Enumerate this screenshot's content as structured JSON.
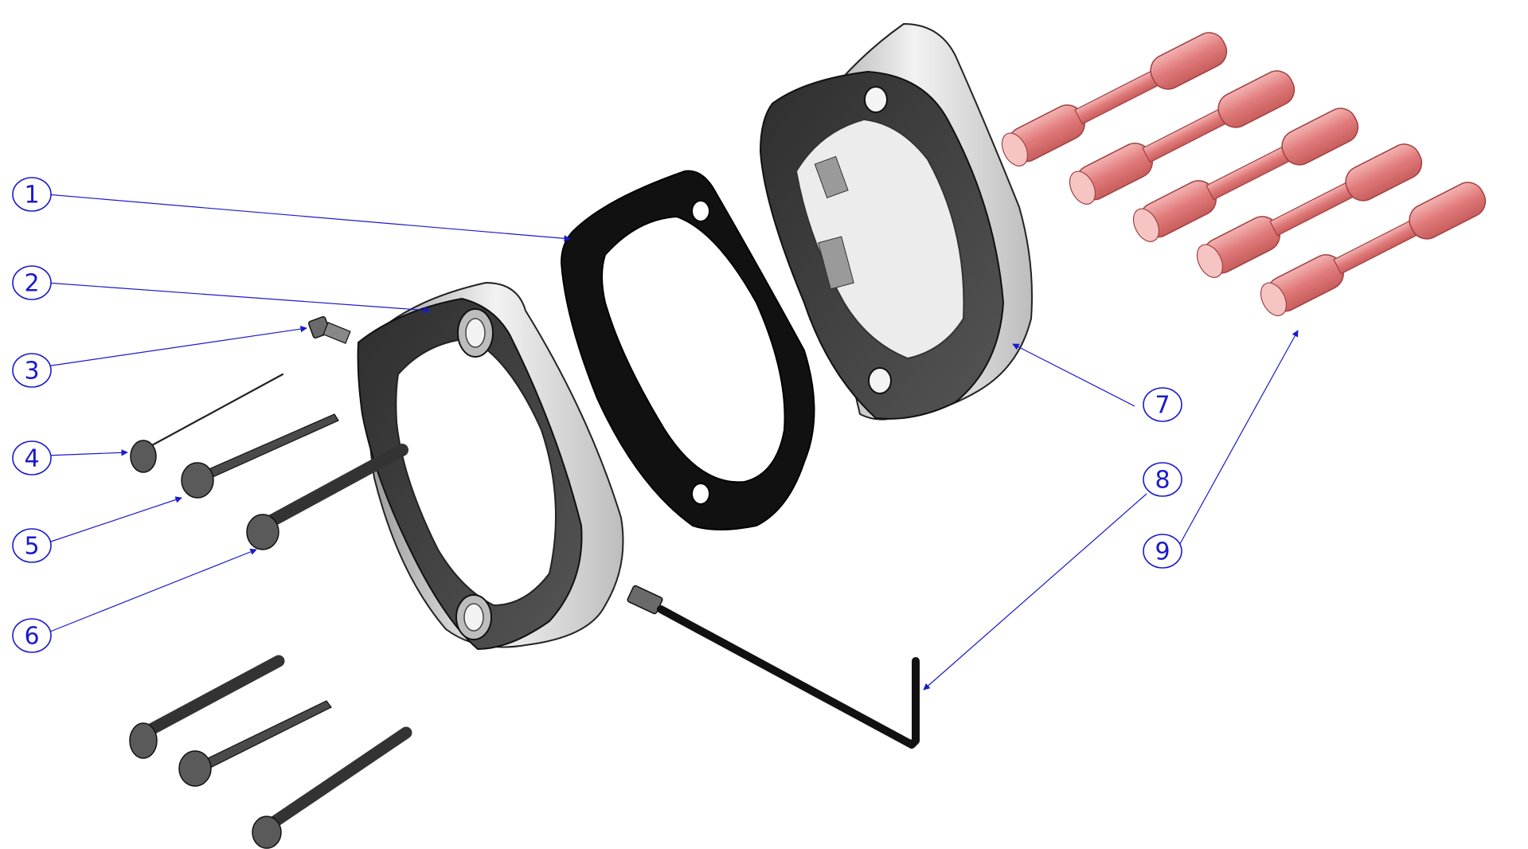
{
  "diagram": {
    "colors": {
      "callout": "#1a1acc",
      "metal_light": "#e6e6e6",
      "metal_dark": "#3a3a3a",
      "gasket": "#111111",
      "connector": "#e88a8a",
      "connector_edge": "#b34848"
    },
    "callouts": [
      {
        "id": "callout-1",
        "label": "1",
        "part": "gasket"
      },
      {
        "id": "callout-2",
        "label": "2",
        "part": "spacer-ring"
      },
      {
        "id": "callout-3",
        "label": "3",
        "part": "set-screw"
      },
      {
        "id": "callout-4",
        "label": "4",
        "part": "machine-screw"
      },
      {
        "id": "callout-5",
        "label": "5",
        "part": "wood-screw"
      },
      {
        "id": "callout-6",
        "label": "6",
        "part": "long-screw"
      },
      {
        "id": "callout-7",
        "label": "7",
        "part": "housing"
      },
      {
        "id": "callout-8",
        "label": "8",
        "part": "hex-key"
      },
      {
        "id": "callout-9",
        "label": "9",
        "part": "butt-connector"
      }
    ]
  }
}
